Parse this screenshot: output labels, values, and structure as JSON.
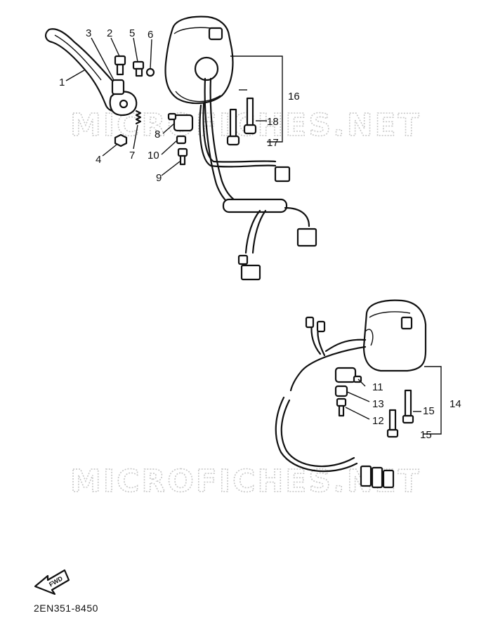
{
  "watermark": "MICROFICHES.NET",
  "reference_code": "2EN351-8450",
  "front_arrow_label": "FWD",
  "callouts": {
    "c1": "1",
    "c2": "2",
    "c3": "3",
    "c4": "4",
    "c5": "5",
    "c6": "6",
    "c7": "7",
    "c8": "8",
    "c9": "9",
    "c10": "10",
    "c11": "11",
    "c12": "12",
    "c13": "13",
    "c14": "14",
    "c15a": "15",
    "c15b": "15",
    "c16": "16",
    "c17": "17",
    "c18": "18"
  }
}
